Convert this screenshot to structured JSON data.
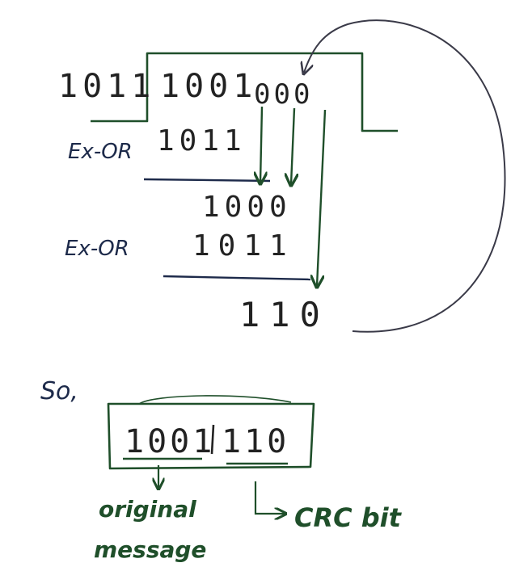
{
  "division": {
    "divisor": "1011",
    "dividend_message": "1001",
    "appended_zeros": "000",
    "step1_label": "Ex-OR",
    "step1_value": "1011",
    "intermediate": "1000",
    "step2_label": "Ex-OR",
    "step2_value": "1011",
    "remainder": "110"
  },
  "result": {
    "so_label": "So,",
    "message": "1001",
    "crc": "110",
    "original_label_line1": "original",
    "original_label_line2": "message",
    "crc_label": "CRC bit"
  },
  "colors": {
    "ink_dark": "#222222",
    "ink_green": "#1f4f2a",
    "ink_navy": "#1d2a4a",
    "ink_gray": "#3a3a48"
  }
}
